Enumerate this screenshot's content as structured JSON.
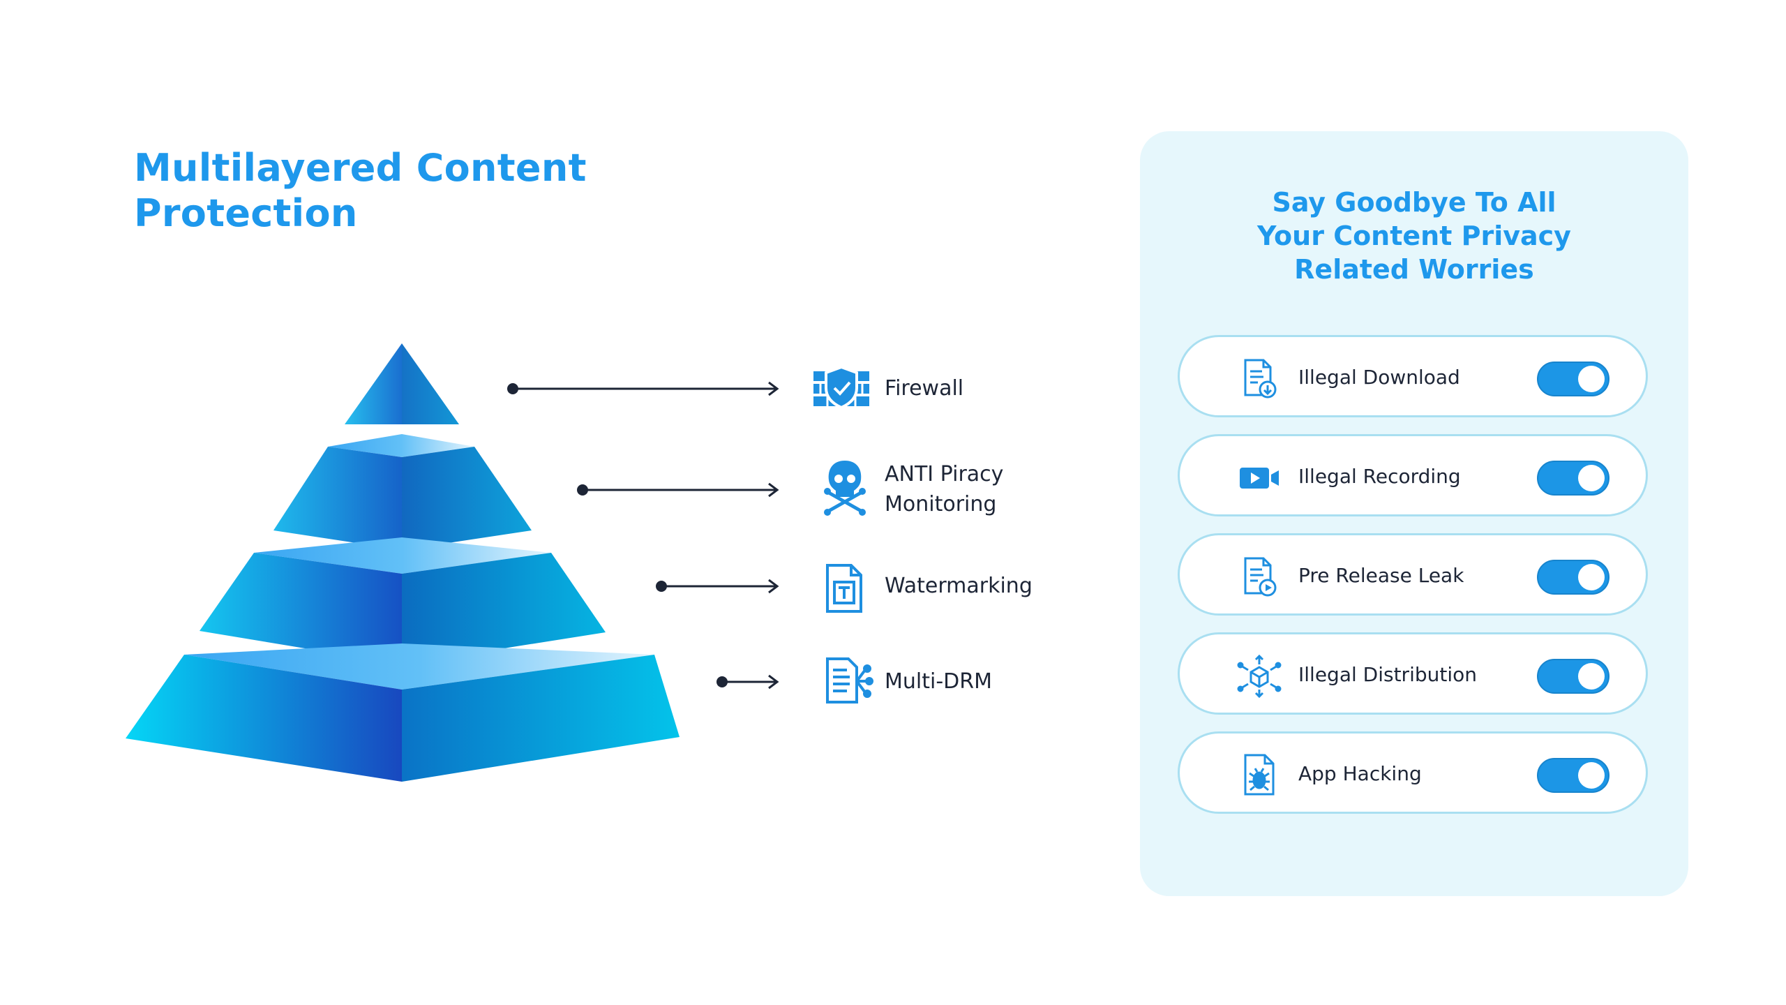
{
  "title_lines": [
    "Multilayered Content",
    "Protection"
  ],
  "layers": [
    {
      "label_lines": [
        "Firewall"
      ],
      "icon": "firewall-shield-icon"
    },
    {
      "label_lines": [
        "ANTI Piracy",
        "Monitoring"
      ],
      "icon": "skull-crossbones-icon"
    },
    {
      "label_lines": [
        "Watermarking"
      ],
      "icon": "watermark-document-icon"
    },
    {
      "label_lines": [
        "Multi-DRM"
      ],
      "icon": "drm-document-icon"
    }
  ],
  "panel": {
    "heading_lines": [
      "Say Goodbye To All",
      "Your Content Privacy",
      "Related Worries"
    ],
    "items": [
      {
        "label": "Illegal Download",
        "icon": "file-download-icon",
        "toggle_on": true
      },
      {
        "label": "Illegal Recording",
        "icon": "video-camera-icon",
        "toggle_on": true
      },
      {
        "label": "Pre Release Leak",
        "icon": "file-play-icon",
        "toggle_on": true
      },
      {
        "label": "Illegal Distribution",
        "icon": "distribution-cube-icon",
        "toggle_on": true
      },
      {
        "label": "App Hacking",
        "icon": "file-bug-icon",
        "toggle_on": true
      }
    ]
  },
  "colors": {
    "title_blue": "#1e98ec",
    "text_dark": "#1d2536",
    "panel_bg": "#e6f7fc",
    "pill_border": "#a9dff1",
    "toggle_on": "#1c96e6",
    "icon_blue": "#1e8fe0"
  }
}
